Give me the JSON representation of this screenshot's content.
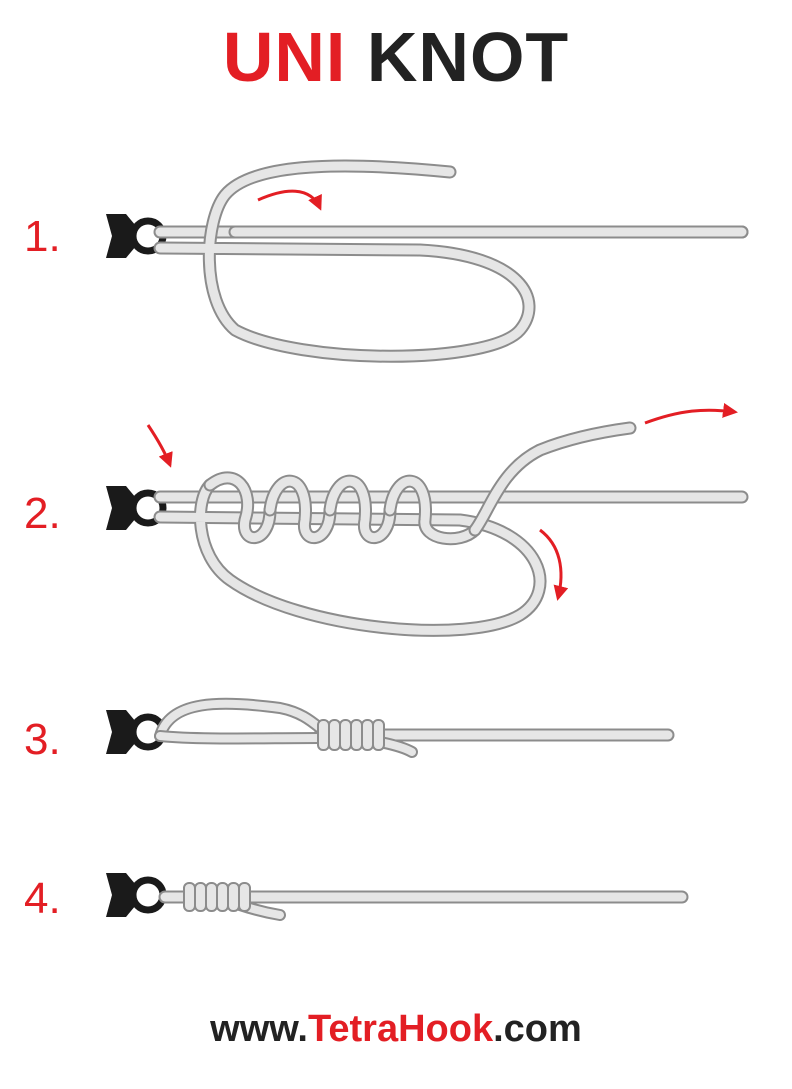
{
  "title": {
    "part1": "UNI",
    "part2": "KNOT"
  },
  "steps": [
    {
      "label": "1."
    },
    {
      "label": "2."
    },
    {
      "label": "3."
    },
    {
      "label": "4."
    }
  ],
  "footer": {
    "prefix": "www.",
    "brand": "TetraHook",
    "suffix": ".com"
  },
  "colors": {
    "accent": "#e31e24",
    "text": "#222222",
    "line_fill": "#e6e6e6",
    "line_stroke": "#8c8c8c",
    "eye": "#1a1a1a"
  }
}
